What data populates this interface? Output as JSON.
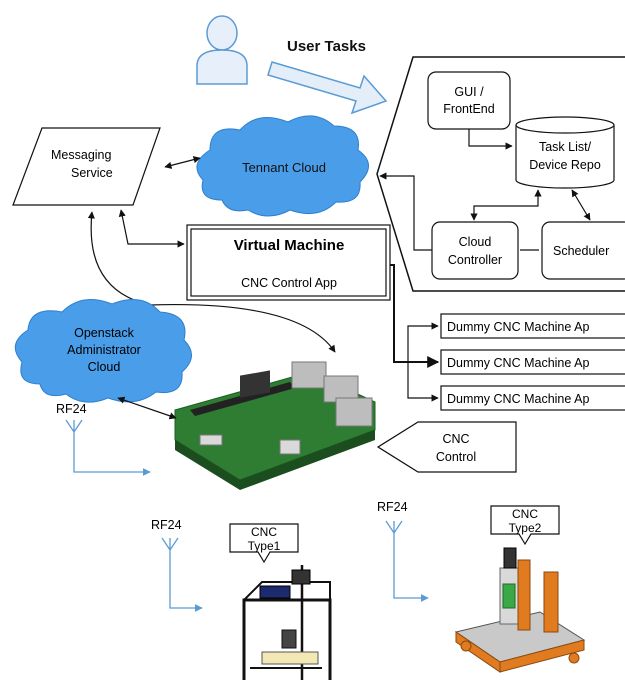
{
  "user_tasks": {
    "label": "User Tasks"
  },
  "messaging": {
    "line1": "Messaging",
    "line2": "Service"
  },
  "tennant_cloud": {
    "label": "Tennant Cloud"
  },
  "vm": {
    "title": "Virtual Machine",
    "app": "CNC Control App"
  },
  "gui": {
    "line1": "GUI /",
    "line2": "FrontEnd"
  },
  "task_list": {
    "line1": "Task List/",
    "line2": "Device Repo"
  },
  "cloud_controller": {
    "line1": "Cloud",
    "line2": "Controller"
  },
  "scheduler": {
    "label": "Scheduler"
  },
  "dummy": [
    {
      "label": "Dummy CNC  Machine Ap"
    },
    {
      "label": "Dummy CNC  Machine Ap"
    },
    {
      "label": "Dummy CNC  Machine Ap"
    }
  ],
  "openstack": {
    "line1": "Openstack",
    "line2": "Administrator",
    "line3": "Cloud"
  },
  "cnc_control": {
    "line1": "CNC",
    "line2": "Control"
  },
  "rf24": [
    "RF24",
    "RF24",
    "RF24"
  ],
  "cnc_type1": {
    "line1": "CNC",
    "line2": "Type1"
  },
  "cnc_type2": {
    "line1": "CNC",
    "line2": "Type2"
  },
  "colors": {
    "cloud_fill": "#4a9de8",
    "rf_blue": "#5b9bd5",
    "arrow_fill": "#e3eef9"
  }
}
